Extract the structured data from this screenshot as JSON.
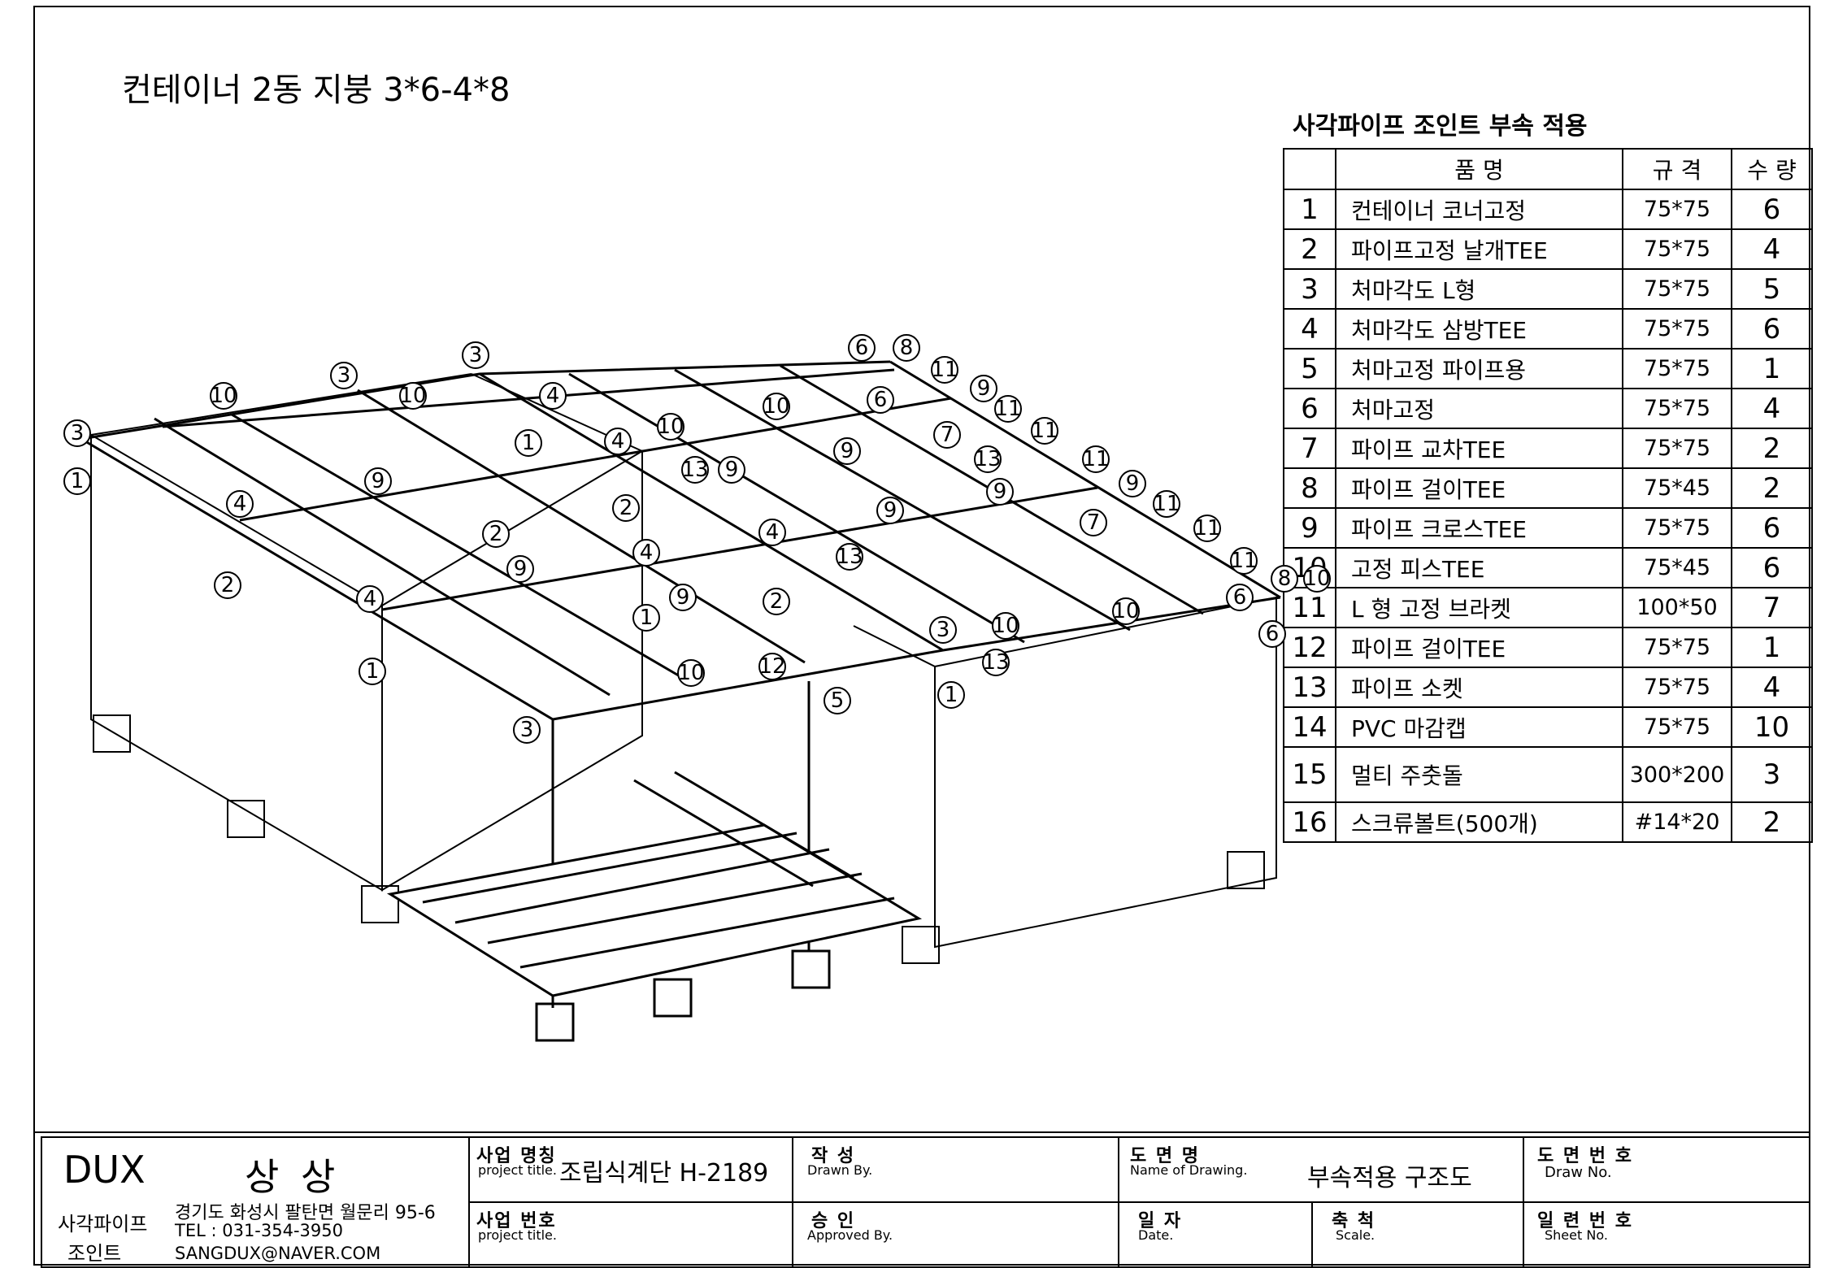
{
  "drawing_title": "컨테이너 2동 지붕 3*6-4*8",
  "parts_title": "사각파이프 조인트 부속 적용",
  "table_headers": {
    "name": "품      명",
    "spec": "규   격",
    "qty": "수   량"
  },
  "parts": [
    {
      "no": "1",
      "name": "컨테이너 코너고정",
      "spec": "75*75",
      "qty": "6"
    },
    {
      "no": "2",
      "name": "파이프고정 날개TEE",
      "spec": "75*75",
      "qty": "4"
    },
    {
      "no": "3",
      "name": "처마각도 L형",
      "spec": "75*75",
      "qty": "5"
    },
    {
      "no": "4",
      "name": "처마각도 삼방TEE",
      "spec": "75*75",
      "qty": "6"
    },
    {
      "no": "5",
      "name": "처마고정 파이프용",
      "spec": "75*75",
      "qty": "1"
    },
    {
      "no": "6",
      "name": "처마고정",
      "spec": "75*75",
      "qty": "4"
    },
    {
      "no": "7",
      "name": "파이프 교차TEE",
      "spec": "75*75",
      "qty": "2"
    },
    {
      "no": "8",
      "name": "파이프 걸이TEE",
      "spec": "75*45",
      "qty": "2"
    },
    {
      "no": "9",
      "name": "파이프 크로스TEE",
      "spec": "75*75",
      "qty": "6"
    },
    {
      "no": "10",
      "name": "고정 피스TEE",
      "spec": "75*45",
      "qty": "6"
    },
    {
      "no": "11",
      "name": "L 형 고정 브라켓",
      "spec": "100*50",
      "qty": "7"
    },
    {
      "no": "12",
      "name": "파이프 걸이TEE",
      "spec": "75*75",
      "qty": "1"
    },
    {
      "no": "13",
      "name": "파이프 소켓",
      "spec": "75*75",
      "qty": "4"
    },
    {
      "no": "14",
      "name": "PVC 마감캡",
      "spec": "75*75",
      "qty": "10"
    },
    {
      "no": "15",
      "name": "멀티 주춧돌",
      "spec": "300*200",
      "qty": "3"
    },
    {
      "no": "16",
      "name": "스크류볼트(500개)",
      "spec": "#14*20",
      "qty": "2"
    }
  ],
  "title_block": {
    "company": "DUX",
    "company_kr": "상  상",
    "company_type_line1": "사각파이프",
    "company_type_line2": "조인트",
    "address": "경기도 화성시 팔탄면 월문리 95-6",
    "tel": "TEL : 031-354-3950",
    "email": "SANGDUX@NAVER.COM",
    "project_name_label": "사업 명칭",
    "project_name_sub": "project title.",
    "project_name_value": "조립식계단 H-2189",
    "project_no_label": "사업 번호",
    "project_no_sub": "project title.",
    "drawn_label": "작   성",
    "drawn_sub": "Drawn By.",
    "approved_label": "승   인",
    "approved_sub": "Approved By.",
    "drawing_name_label": "도  면  명",
    "drawing_name_sub": "Name of Drawing.",
    "drawing_name_value": "부속적용 구조도",
    "date_label": "일  자",
    "date_sub": "Date.",
    "scale_label": "축  척",
    "scale_sub": "Scale.",
    "draw_no_label": "도 면 번 호",
    "draw_no_sub": "Draw No.",
    "sheet_no_label": "일 련 번 호",
    "sheet_no_sub": "Sheet No."
  },
  "callouts": [
    "1",
    "2",
    "3",
    "4",
    "5",
    "6",
    "7",
    "8",
    "9",
    "10",
    "11",
    "12",
    "13"
  ]
}
